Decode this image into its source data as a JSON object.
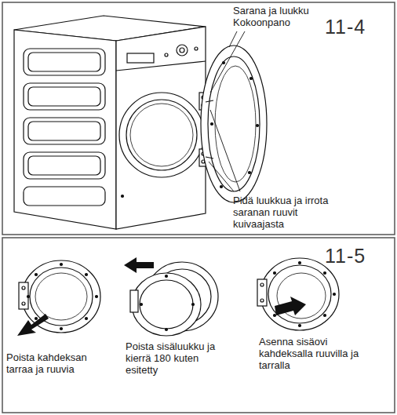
{
  "diagram": {
    "labels": [
      "Sarana ja luukku Kokoonpano",
      "11-4",
      "Pidä luukkua ja irrota saranan ruuvit kuivaajasta",
      "11-5",
      "Poista kahdeksan tarraa ja ruuvia",
      "Poista sisäluukku ja kierrä 180 kuten esitetty",
      "Asenna sisäovi kahdeksalla ruuvilla ja tarralla"
    ]
  }
}
